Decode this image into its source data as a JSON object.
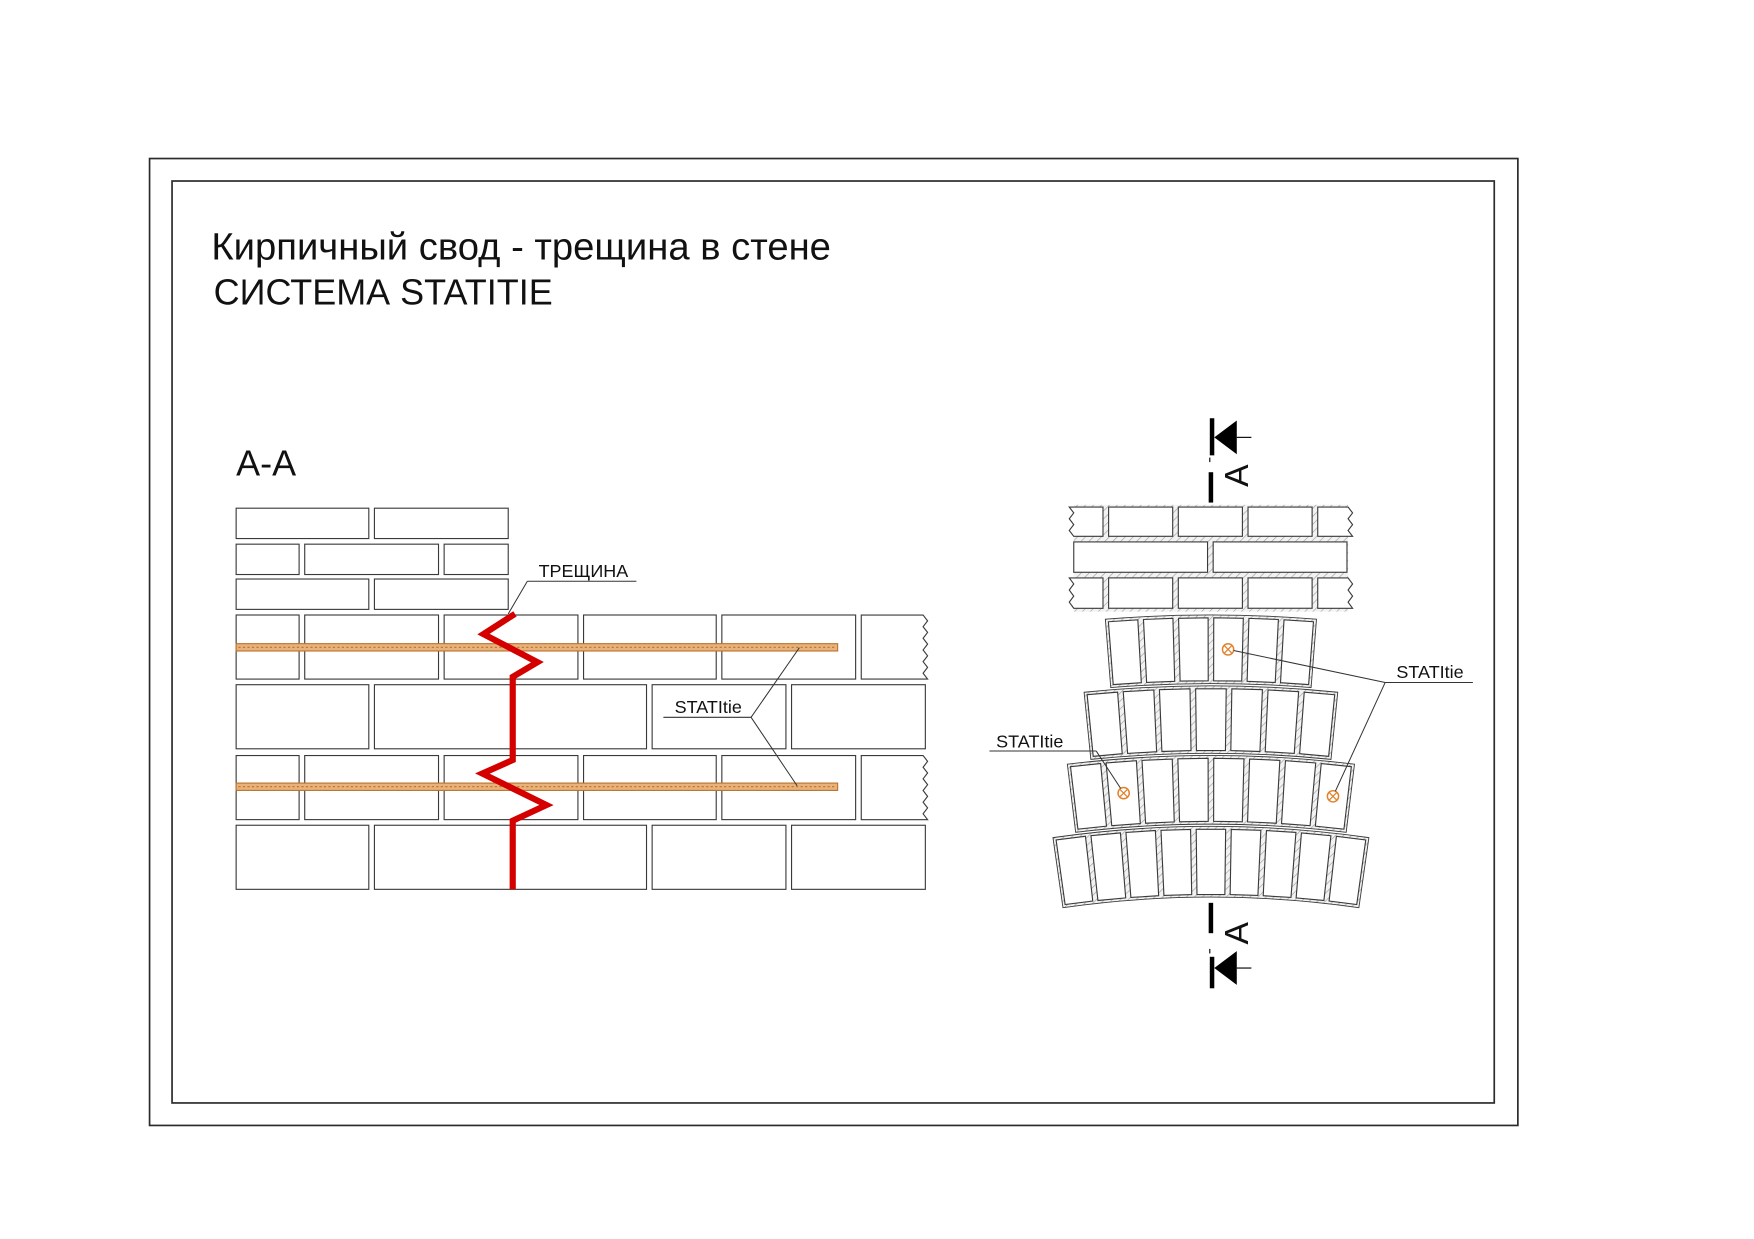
{
  "drawing": {
    "title": "Кирпичный свод - трещина в стене",
    "subtitle": "СИСТЕМА STATITIE",
    "section_view": {
      "label": "A-A",
      "crack_label": "ТРЕЩИНА",
      "tie_label": "STATItie"
    },
    "elevation_view": {
      "tie_label_right": "STATItie",
      "tie_label_left": "STATItie",
      "section_mark_top": "A",
      "section_mark_bottom": "A"
    }
  },
  "colors": {
    "crack": "#d40000",
    "tie_rod": "#e9b27a",
    "tie_rod_outline": "#b8732f",
    "tie_marker": "#e3802a",
    "hatch": "#a3a3a3"
  }
}
